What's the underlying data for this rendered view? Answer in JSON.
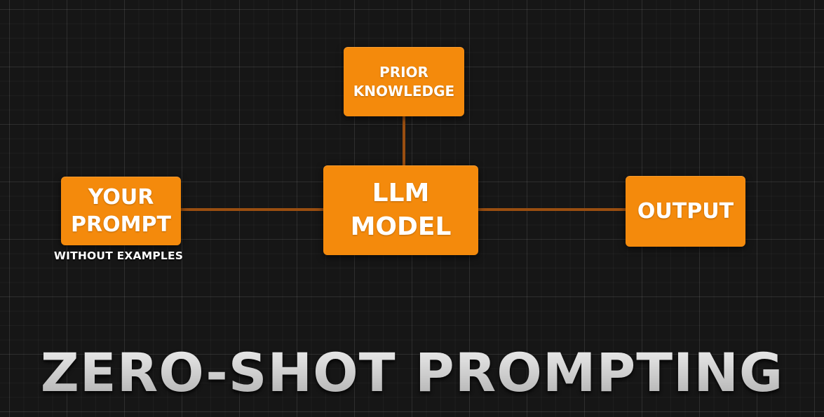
{
  "diagram": {
    "nodes": {
      "prior_knowledge": "PRIOR\nKNOWLEDGE",
      "your_prompt": "YOUR\nPROMPT",
      "llm_model": "LLM\nMODEL",
      "output": "OUTPUT"
    },
    "prompt_note": "WITHOUT EXAMPLES",
    "edges": [
      [
        "prior_knowledge",
        "llm_model"
      ],
      [
        "your_prompt",
        "llm_model"
      ],
      [
        "llm_model",
        "output"
      ]
    ]
  },
  "title": "ZERO-SHOT PROMPTING",
  "colors": {
    "box": "#f48a0c",
    "connector": "#9a4e10",
    "background": "#161616",
    "title": "#d4d4d4"
  }
}
